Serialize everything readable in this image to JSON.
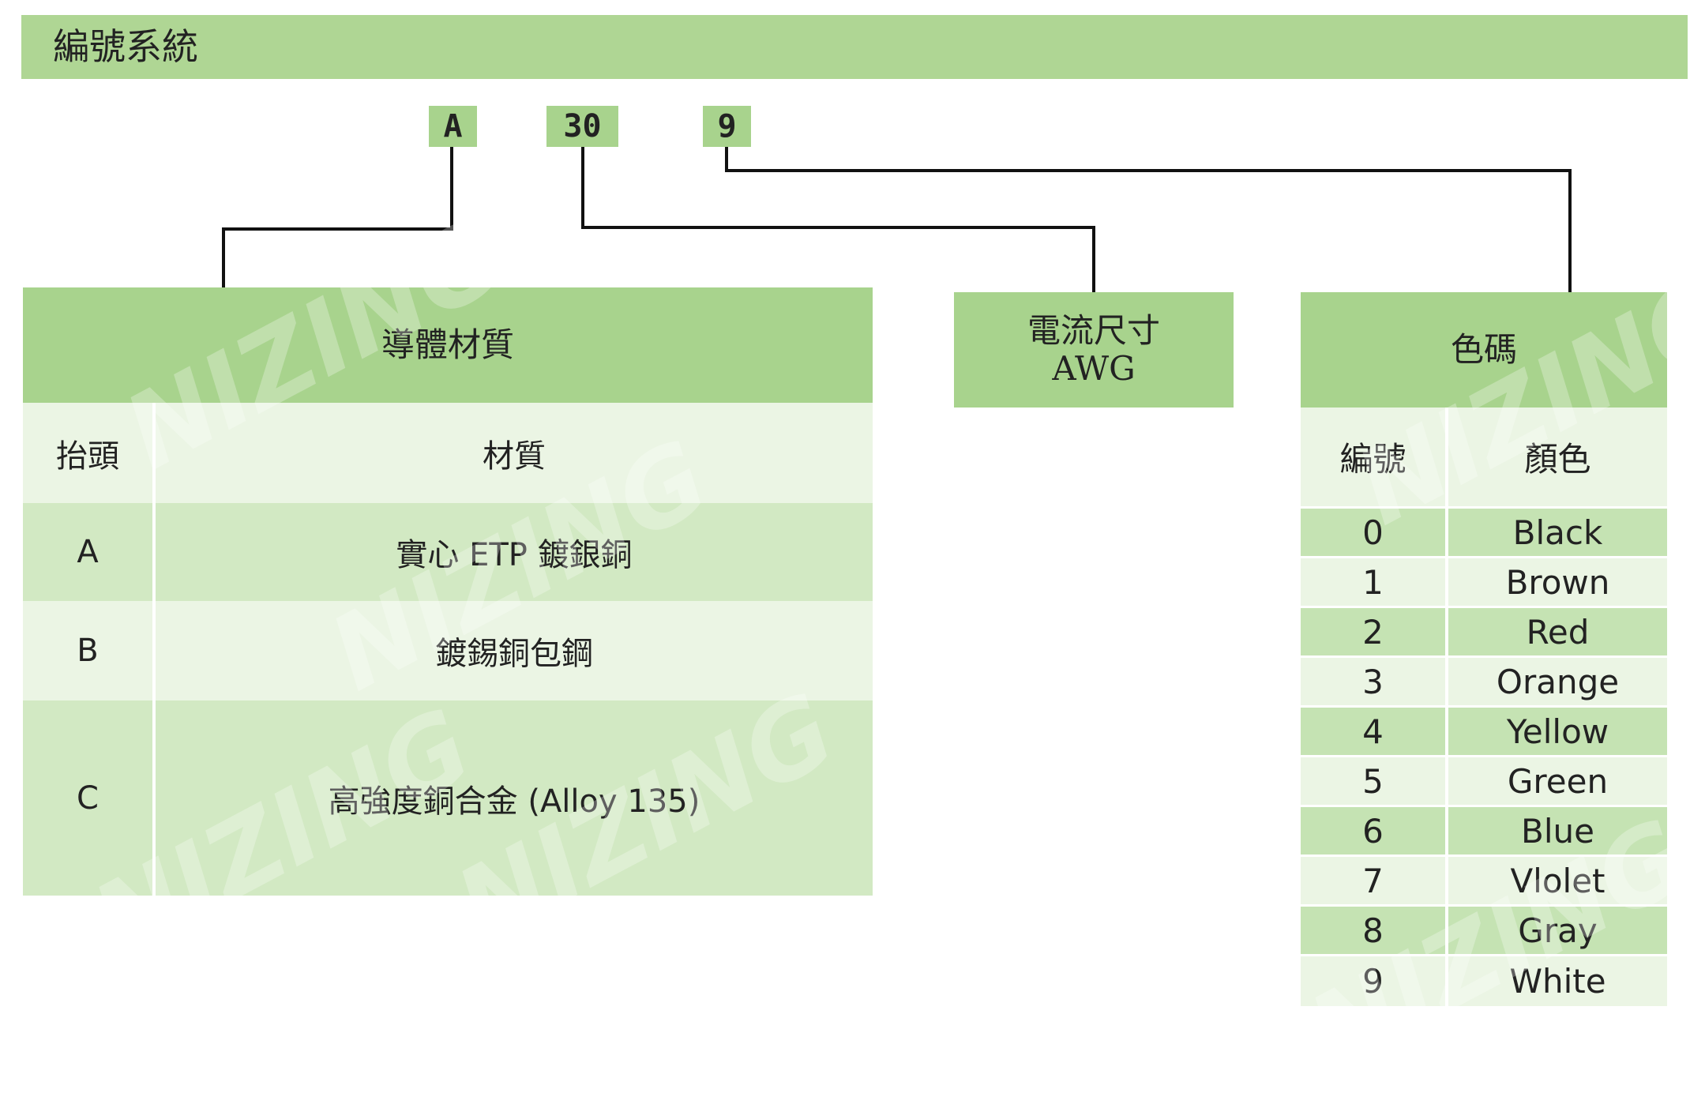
{
  "title": "編號系統",
  "codes": {
    "first": "A",
    "second": "30",
    "third": "9"
  },
  "material_table": {
    "header": "導體材質",
    "col_headers": [
      "抬頭",
      "材質"
    ],
    "rows": [
      {
        "code": "A",
        "material": "實心 ETP 鍍銀銅"
      },
      {
        "code": "B",
        "material": "鍍錫銅包鋼"
      },
      {
        "code": "C",
        "material": "高強度銅合金 (Alloy 135)"
      }
    ]
  },
  "awg_box": {
    "line1": "電流尺寸",
    "line2": "AWG"
  },
  "color_table": {
    "header": "色碼",
    "col_headers": [
      "編號",
      "顏色"
    ],
    "rows": [
      {
        "code": "0",
        "color": "Black"
      },
      {
        "code": "1",
        "color": "Brown"
      },
      {
        "code": "2",
        "color": "Red"
      },
      {
        "code": "3",
        "color": "Orange"
      },
      {
        "code": "4",
        "color": "Yellow"
      },
      {
        "code": "5",
        "color": "Green"
      },
      {
        "code": "6",
        "color": "Blue"
      },
      {
        "code": "7",
        "color": "Vlolet"
      },
      {
        "code": "8",
        "color": "Gray"
      },
      {
        "code": "9",
        "color": "White"
      }
    ]
  },
  "watermark": "NIZING",
  "colors": {
    "header_green": "#a8d38d",
    "title_green": "#afd694",
    "row_light": "#ebf5e4",
    "row_mid": "#c5e3b3"
  }
}
